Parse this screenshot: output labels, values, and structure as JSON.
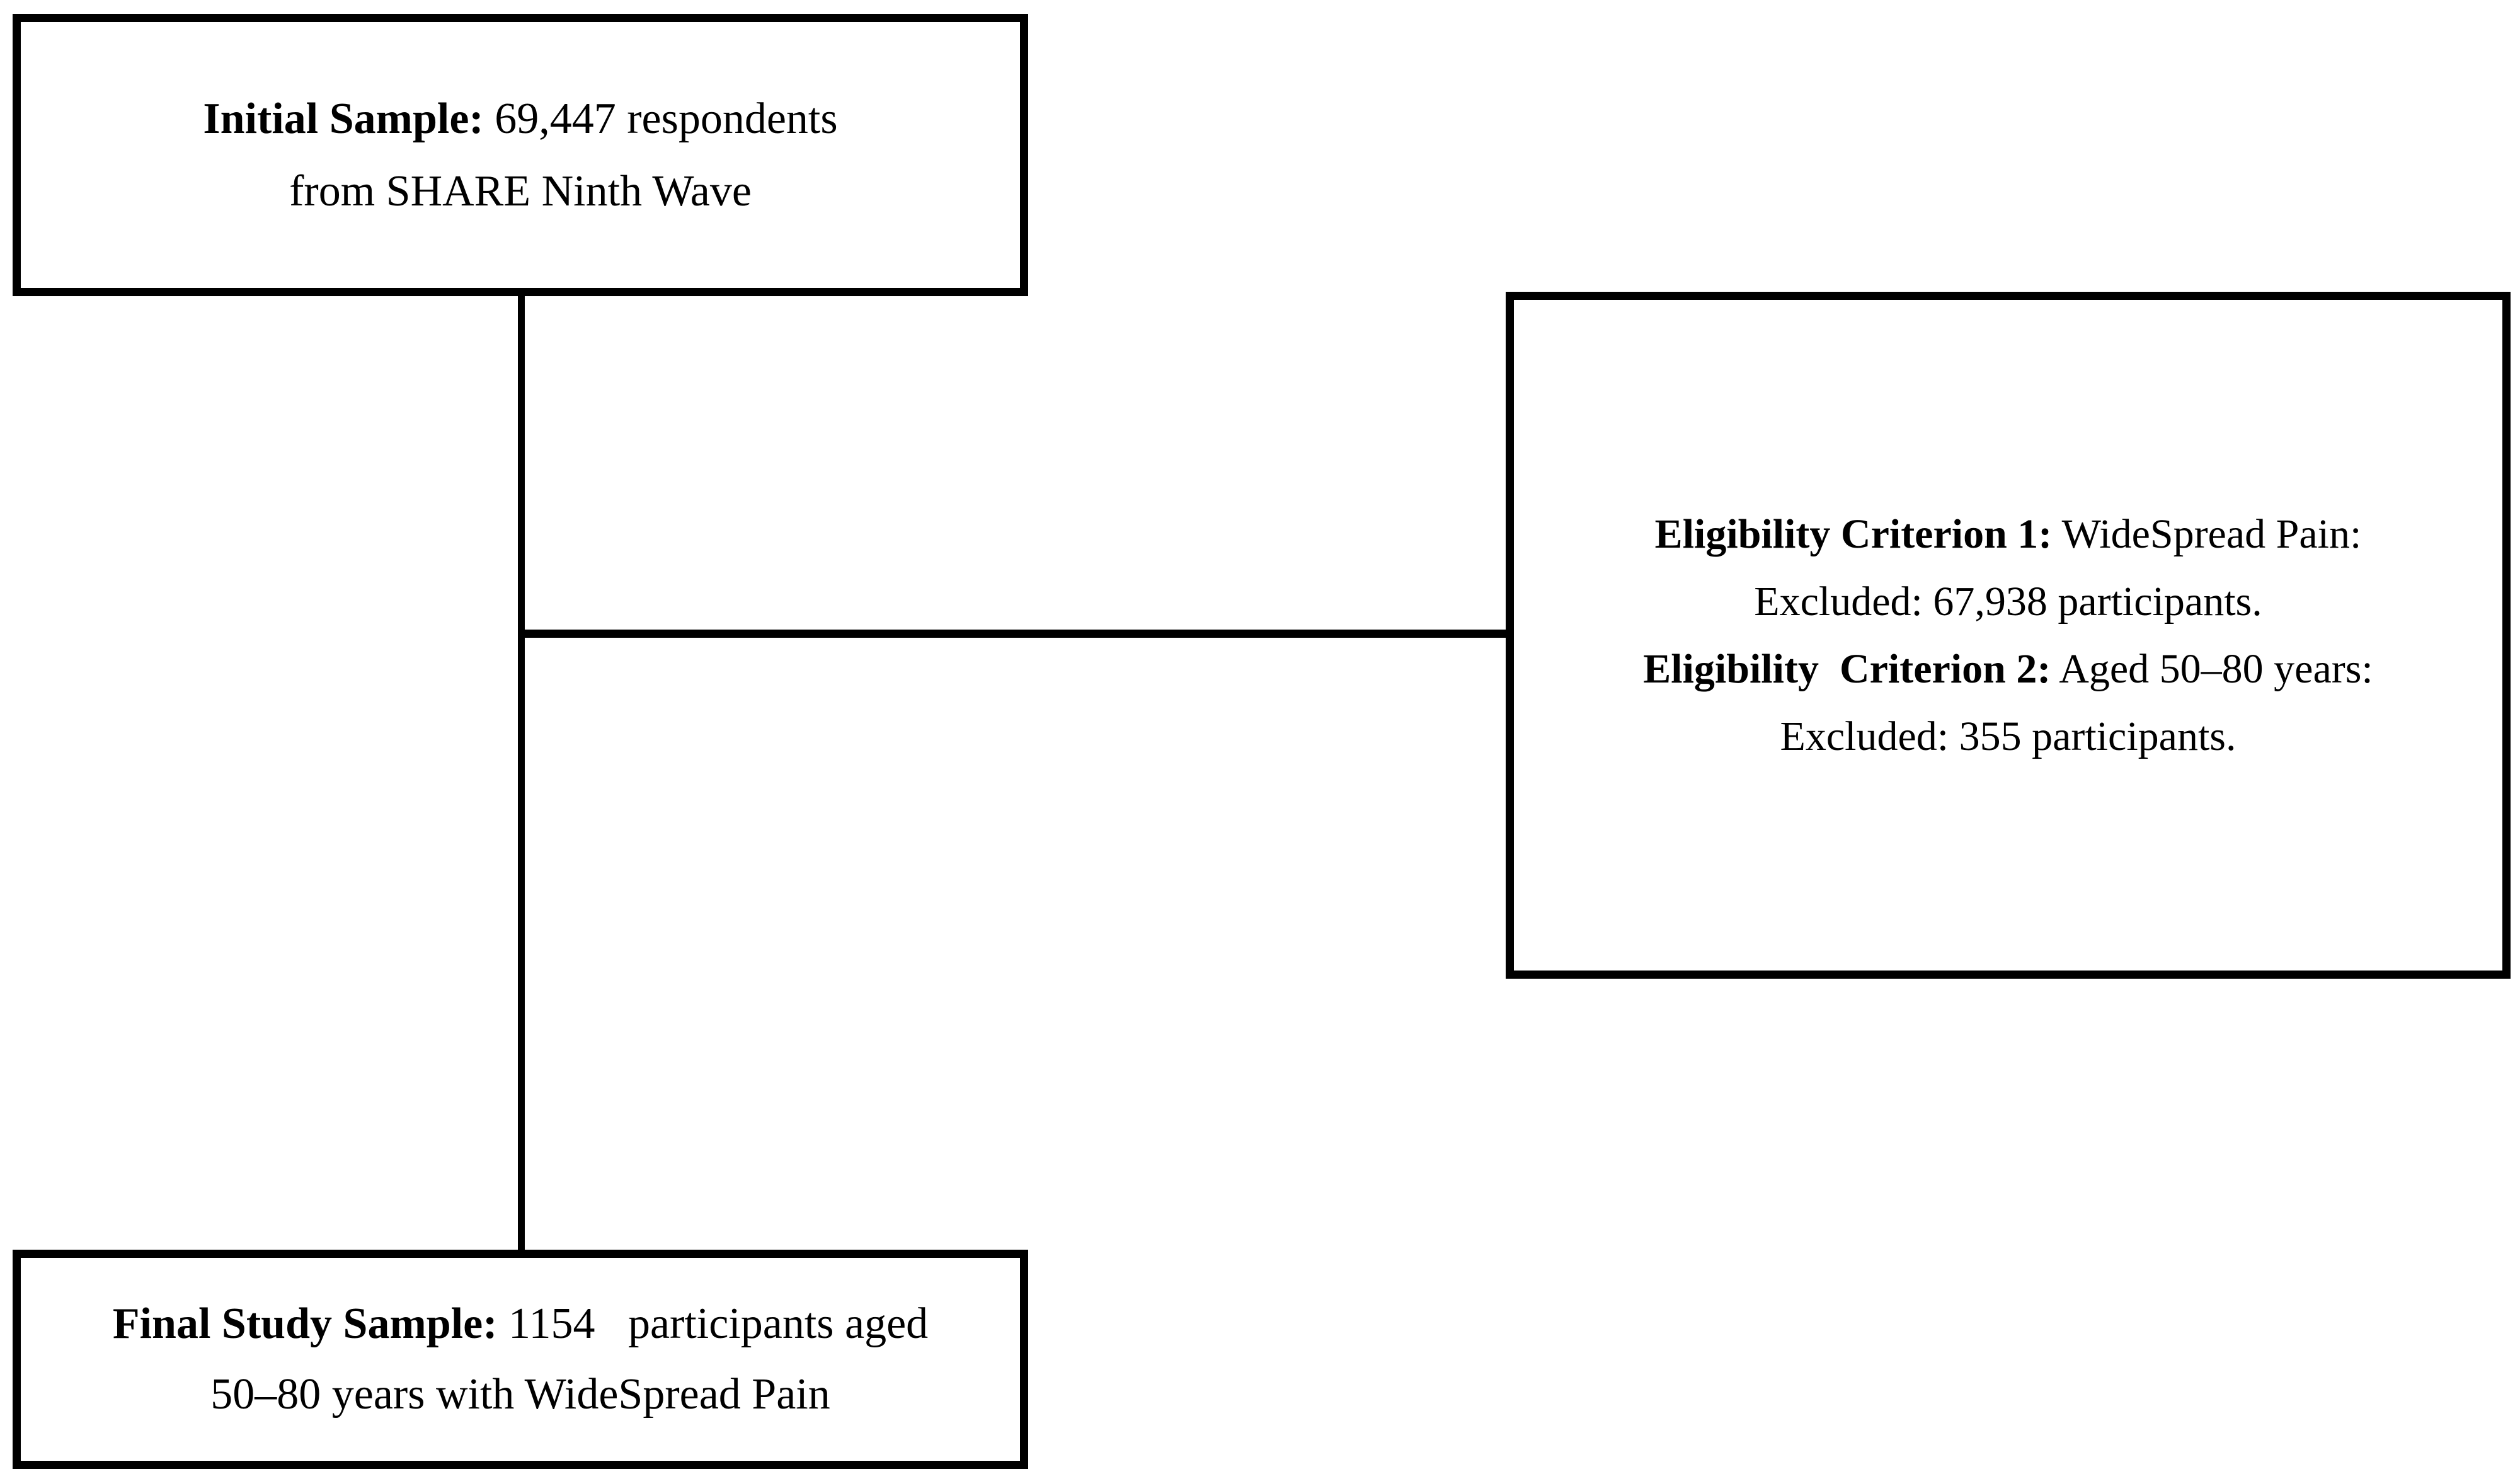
{
  "diagram": {
    "type": "flowchart",
    "colors": {
      "background": "#ffffff",
      "box_border": "#000000",
      "text": "#000000",
      "connector": "#000000"
    },
    "boxes": [
      {
        "id": "initial-sample",
        "lines": [
          {
            "segments": [
              {
                "text": "Initial Sample:",
                "bold": true
              },
              {
                "text": " 69,447 respondents",
                "bold": false
              }
            ]
          },
          {
            "segments": [
              {
                "text": "from SHARE Ninth Wave",
                "bold": false
              }
            ]
          }
        ]
      },
      {
        "id": "eligibility-criteria",
        "lines": [
          {
            "segments": [
              {
                "text": "Eligibility Criterion 1:",
                "bold": true
              },
              {
                "text": " WideSpread Pain:",
                "bold": false
              }
            ]
          },
          {
            "segments": [
              {
                "text": "Excluded: 67,938 participants.",
                "bold": false
              }
            ]
          },
          {
            "segments": [
              {
                "text": "Eligibility  Criterion 2:",
                "bold": true
              },
              {
                "text": " Aged 50–80 years:",
                "bold": false
              }
            ]
          },
          {
            "segments": [
              {
                "text": "Excluded: 355 participants.",
                "bold": false
              }
            ]
          }
        ]
      },
      {
        "id": "final-study-sample",
        "lines": [
          {
            "segments": [
              {
                "text": "Final Study Sample:",
                "bold": true
              },
              {
                "text": " 1154   participants aged",
                "bold": false
              }
            ]
          },
          {
            "segments": [
              {
                "text": "50–80 years with WideSpread Pain",
                "bold": false
              }
            ]
          }
        ]
      }
    ]
  }
}
